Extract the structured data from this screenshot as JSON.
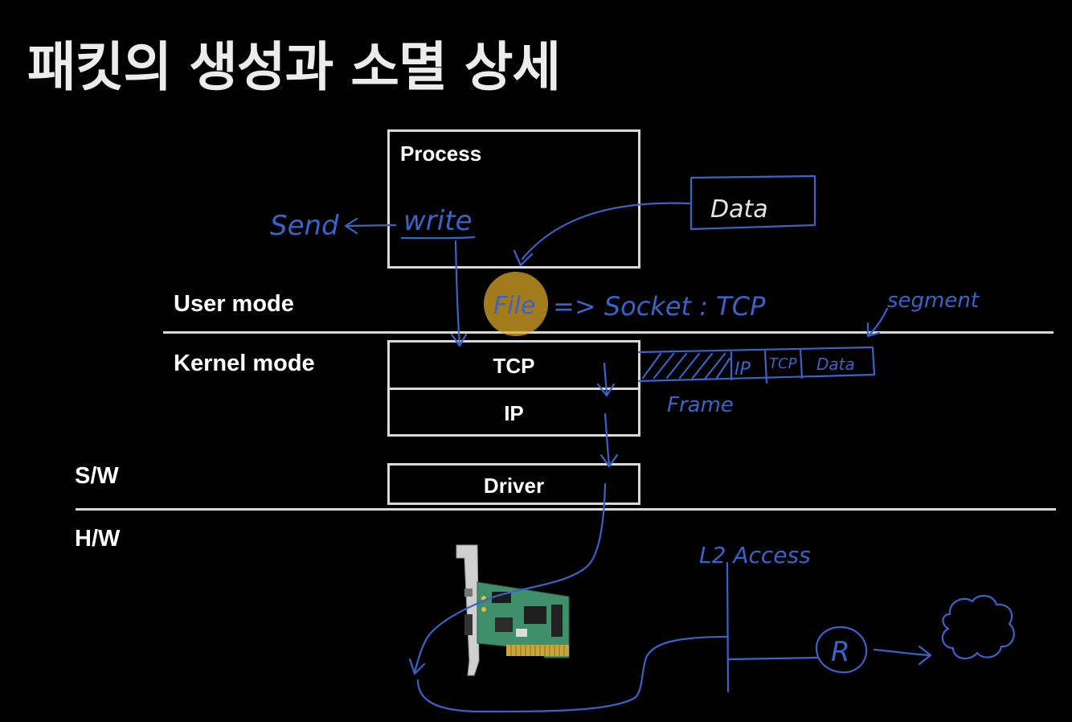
{
  "slide": {
    "title": "패킷의 생성과 소멸 상세"
  },
  "layers": {
    "user_mode": "User mode",
    "kernel_mode": "Kernel mode",
    "sw": "S/W",
    "hw": "H/W"
  },
  "boxes": {
    "process": "Process",
    "tcp": "TCP",
    "ip": "IP",
    "driver": "Driver"
  },
  "annotations": {
    "send": "Send",
    "arrow_left": "←",
    "write": "write",
    "data": "Data",
    "file": "File",
    "socket_tcp": "=> Socket : TCP",
    "segment": "segment",
    "ip_field": "IP",
    "tcp_field": "TCP",
    "data_field": "Data",
    "frame": "Frame",
    "l2_access": "L2 Access",
    "router": "R"
  },
  "colors": {
    "background": "#000000",
    "foreground": "#ffffff",
    "box_border": "#d9d9d9",
    "pen": "#3a63c9",
    "cursor_highlight": "#e0aa28"
  },
  "icons": {
    "nic": "network-card-icon",
    "cloud": "cloud-icon"
  }
}
